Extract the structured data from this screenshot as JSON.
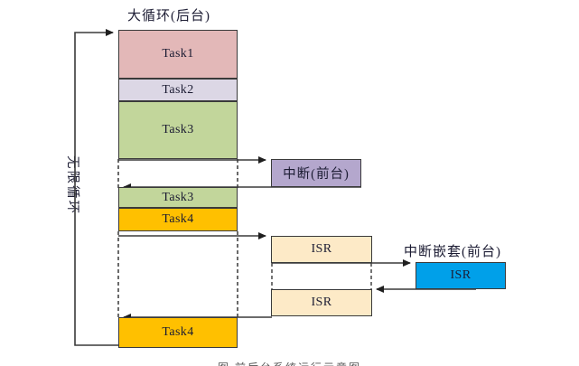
{
  "diagram": {
    "title_caption": "大循环(后台)",
    "loop_label": "无限循环",
    "bottom_caption": "图 前后台系统运行示意图",
    "colors": {
      "task1": "#e3b8b8",
      "task2": "#dcd7e5",
      "task3": "#c2d69b",
      "task4": "#ffc000",
      "interrupt": "#b4a7cd",
      "isr": "#fdeac7",
      "nested_isr": "#00a0e9",
      "stroke": "#3a3a3a",
      "arrow": "#4a4a4a"
    },
    "background_column": {
      "label": "大循环(后台)",
      "blocks": [
        {
          "id": "task1-block",
          "label": "Task1",
          "color_key": "task1"
        },
        {
          "id": "task2-block",
          "label": "Task2",
          "color_key": "task2"
        },
        {
          "id": "task3-block-upper",
          "label": "Task3",
          "color_key": "task3"
        },
        {
          "id": "task3-block-lower",
          "label": "Task3",
          "color_key": "task3"
        },
        {
          "id": "task4-block-upper",
          "label": "Task4",
          "color_key": "task4"
        },
        {
          "id": "task4-block-lower",
          "label": "Task4",
          "color_key": "task4"
        }
      ]
    },
    "foreground": {
      "interrupt_caption": "中断(前台)",
      "interrupt_label": "中断(前台)",
      "nested_caption": "中断嵌套(前台)",
      "isr_blocks": [
        {
          "id": "isr-block-upper",
          "label": "ISR"
        },
        {
          "id": "isr-block-lower",
          "label": "ISR"
        }
      ],
      "nested_isr": {
        "id": "nested-isr-block",
        "label": "ISR"
      }
    }
  }
}
